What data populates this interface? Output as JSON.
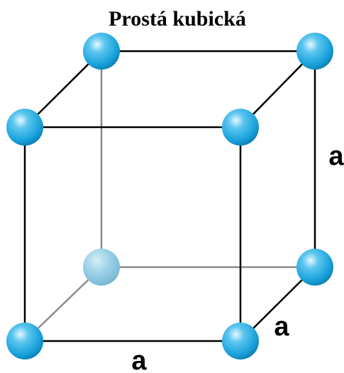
{
  "title": "Prostá kubická",
  "edge_labels": {
    "right": "a",
    "depth": "a",
    "bottom": "a"
  },
  "colors": {
    "atom_front": "#1aa6df",
    "atom_highlight": "#d9f4ff",
    "atom_hidden": "#8fcbe3",
    "edge_visible": "#000000",
    "edge_hidden": "#8a8a8a"
  }
}
